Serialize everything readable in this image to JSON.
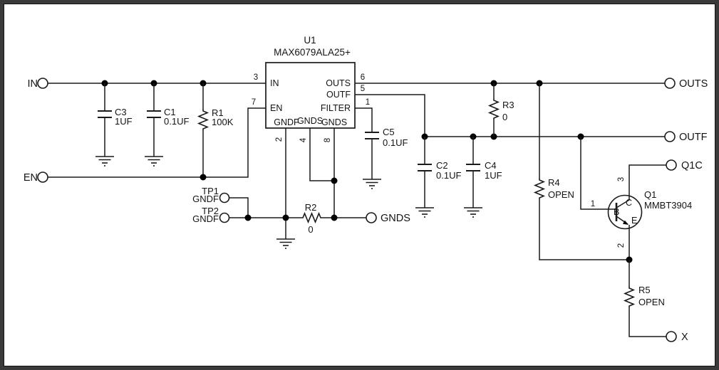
{
  "schematic": {
    "ic": {
      "ref": "U1",
      "part": "MAX6079ALA25+",
      "pin_in": "IN",
      "pin_en": "EN",
      "pin_outs": "OUTS",
      "pin_outf": "OUTF",
      "pin_filter": "FILTER",
      "pin_gndf": "GNDF",
      "pin_gnds_a": "GNDS",
      "pin_gnds_b": "GNDS",
      "num_in": "3",
      "num_en": "7",
      "num_outs": "6",
      "num_outf": "5",
      "num_filter": "1",
      "num_gndf": "2",
      "num_gnds_a": "4",
      "num_gnds_b": "8"
    },
    "terminals": {
      "in": "IN",
      "en": "EN",
      "outs": "OUTS",
      "outf": "OUTF",
      "q1c": "Q1C",
      "x": "X",
      "gnds": "GNDS"
    },
    "testpoints": {
      "tp1_ref": "TP1",
      "tp1_net": "GNDF",
      "tp2_ref": "TP2",
      "tp2_net": "GNDF"
    },
    "components": {
      "c3": {
        "ref": "C3",
        "value": "1UF"
      },
      "c1": {
        "ref": "C1",
        "value": "0.1UF"
      },
      "c5": {
        "ref": "C5",
        "value": "0.1UF"
      },
      "c2": {
        "ref": "C2",
        "value": "0.1UF"
      },
      "c4": {
        "ref": "C4",
        "value": "1UF"
      },
      "r1": {
        "ref": "R1",
        "value": "100K"
      },
      "r2": {
        "ref": "R2",
        "value": "0"
      },
      "r3": {
        "ref": "R3",
        "value": "0"
      },
      "r4": {
        "ref": "R4",
        "value": "OPEN"
      },
      "r5": {
        "ref": "R5",
        "value": "OPEN"
      },
      "q1": {
        "ref": "Q1",
        "part": "MMBT3904",
        "base": "B",
        "collector": "C",
        "emitter": "E",
        "num_base": "1",
        "num_collector": "3",
        "num_emitter": "2"
      }
    },
    "colors": {
      "wire": "#1a1a1a",
      "background": "#ffffff",
      "border": "#3a3a3a"
    }
  }
}
